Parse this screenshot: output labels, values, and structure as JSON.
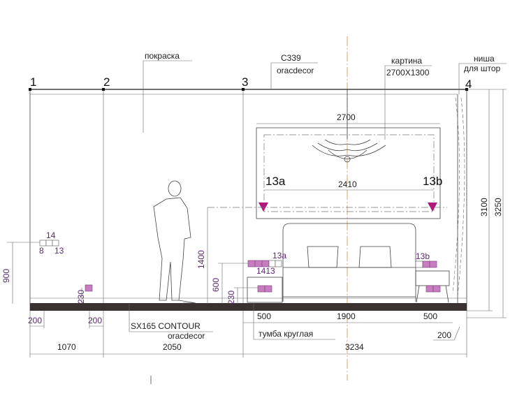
{
  "axes": {
    "a1": "1",
    "a2": "2",
    "a3": "3",
    "a4": "4"
  },
  "callouts": {
    "paint": "покраска",
    "cornice_code": "C339",
    "cornice_brand": "oracdecor",
    "painting_title": "картина",
    "painting_size": "2700X1300",
    "niche_line1": "ниша",
    "niche_line2": "для штор",
    "skirting_code": "SX165 CONTOUR",
    "skirting_brand": "oracdecor",
    "nightstand": "тумба круглая"
  },
  "markers": {
    "m13a": "13a",
    "m13b": "13b",
    "m13a_small": "13a",
    "m13b_small": "13b"
  },
  "sockets": {
    "s14": "14",
    "s8": "8",
    "s13": "13",
    "s1413": "1413"
  },
  "dimensions": {
    "d2700": "2700",
    "d2410": "2410",
    "d3100": "3100",
    "d3250": "3250",
    "d900": "900",
    "d1400": "1400",
    "d600": "600",
    "d230a": "230",
    "d230b": "230",
    "d200a": "200",
    "d200b": "200",
    "d500a": "500",
    "d1900": "1900",
    "d500b": "500",
    "d200c": "200",
    "d1070": "1070",
    "d2050": "2050",
    "d3234": "3234"
  },
  "colors": {
    "accent": "#c77dc0",
    "marker": "#b0177a",
    "axis": "#c9904a",
    "floor": "#3a3230"
  }
}
